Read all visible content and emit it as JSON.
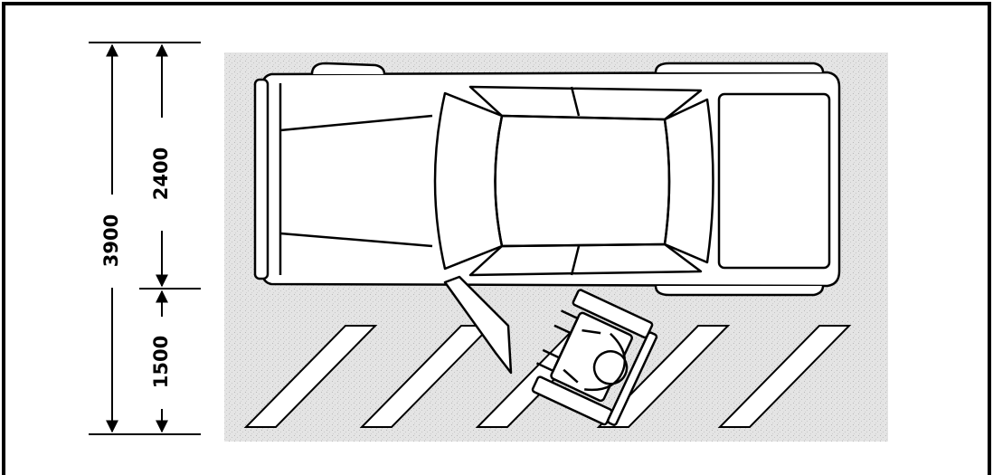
{
  "dimensions": {
    "total": "3900",
    "car_zone": "2400",
    "access_zone": "1500"
  },
  "colors": {
    "ink": "#000000",
    "paper": "#ffffff",
    "pavement": "#e1e1e1"
  }
}
